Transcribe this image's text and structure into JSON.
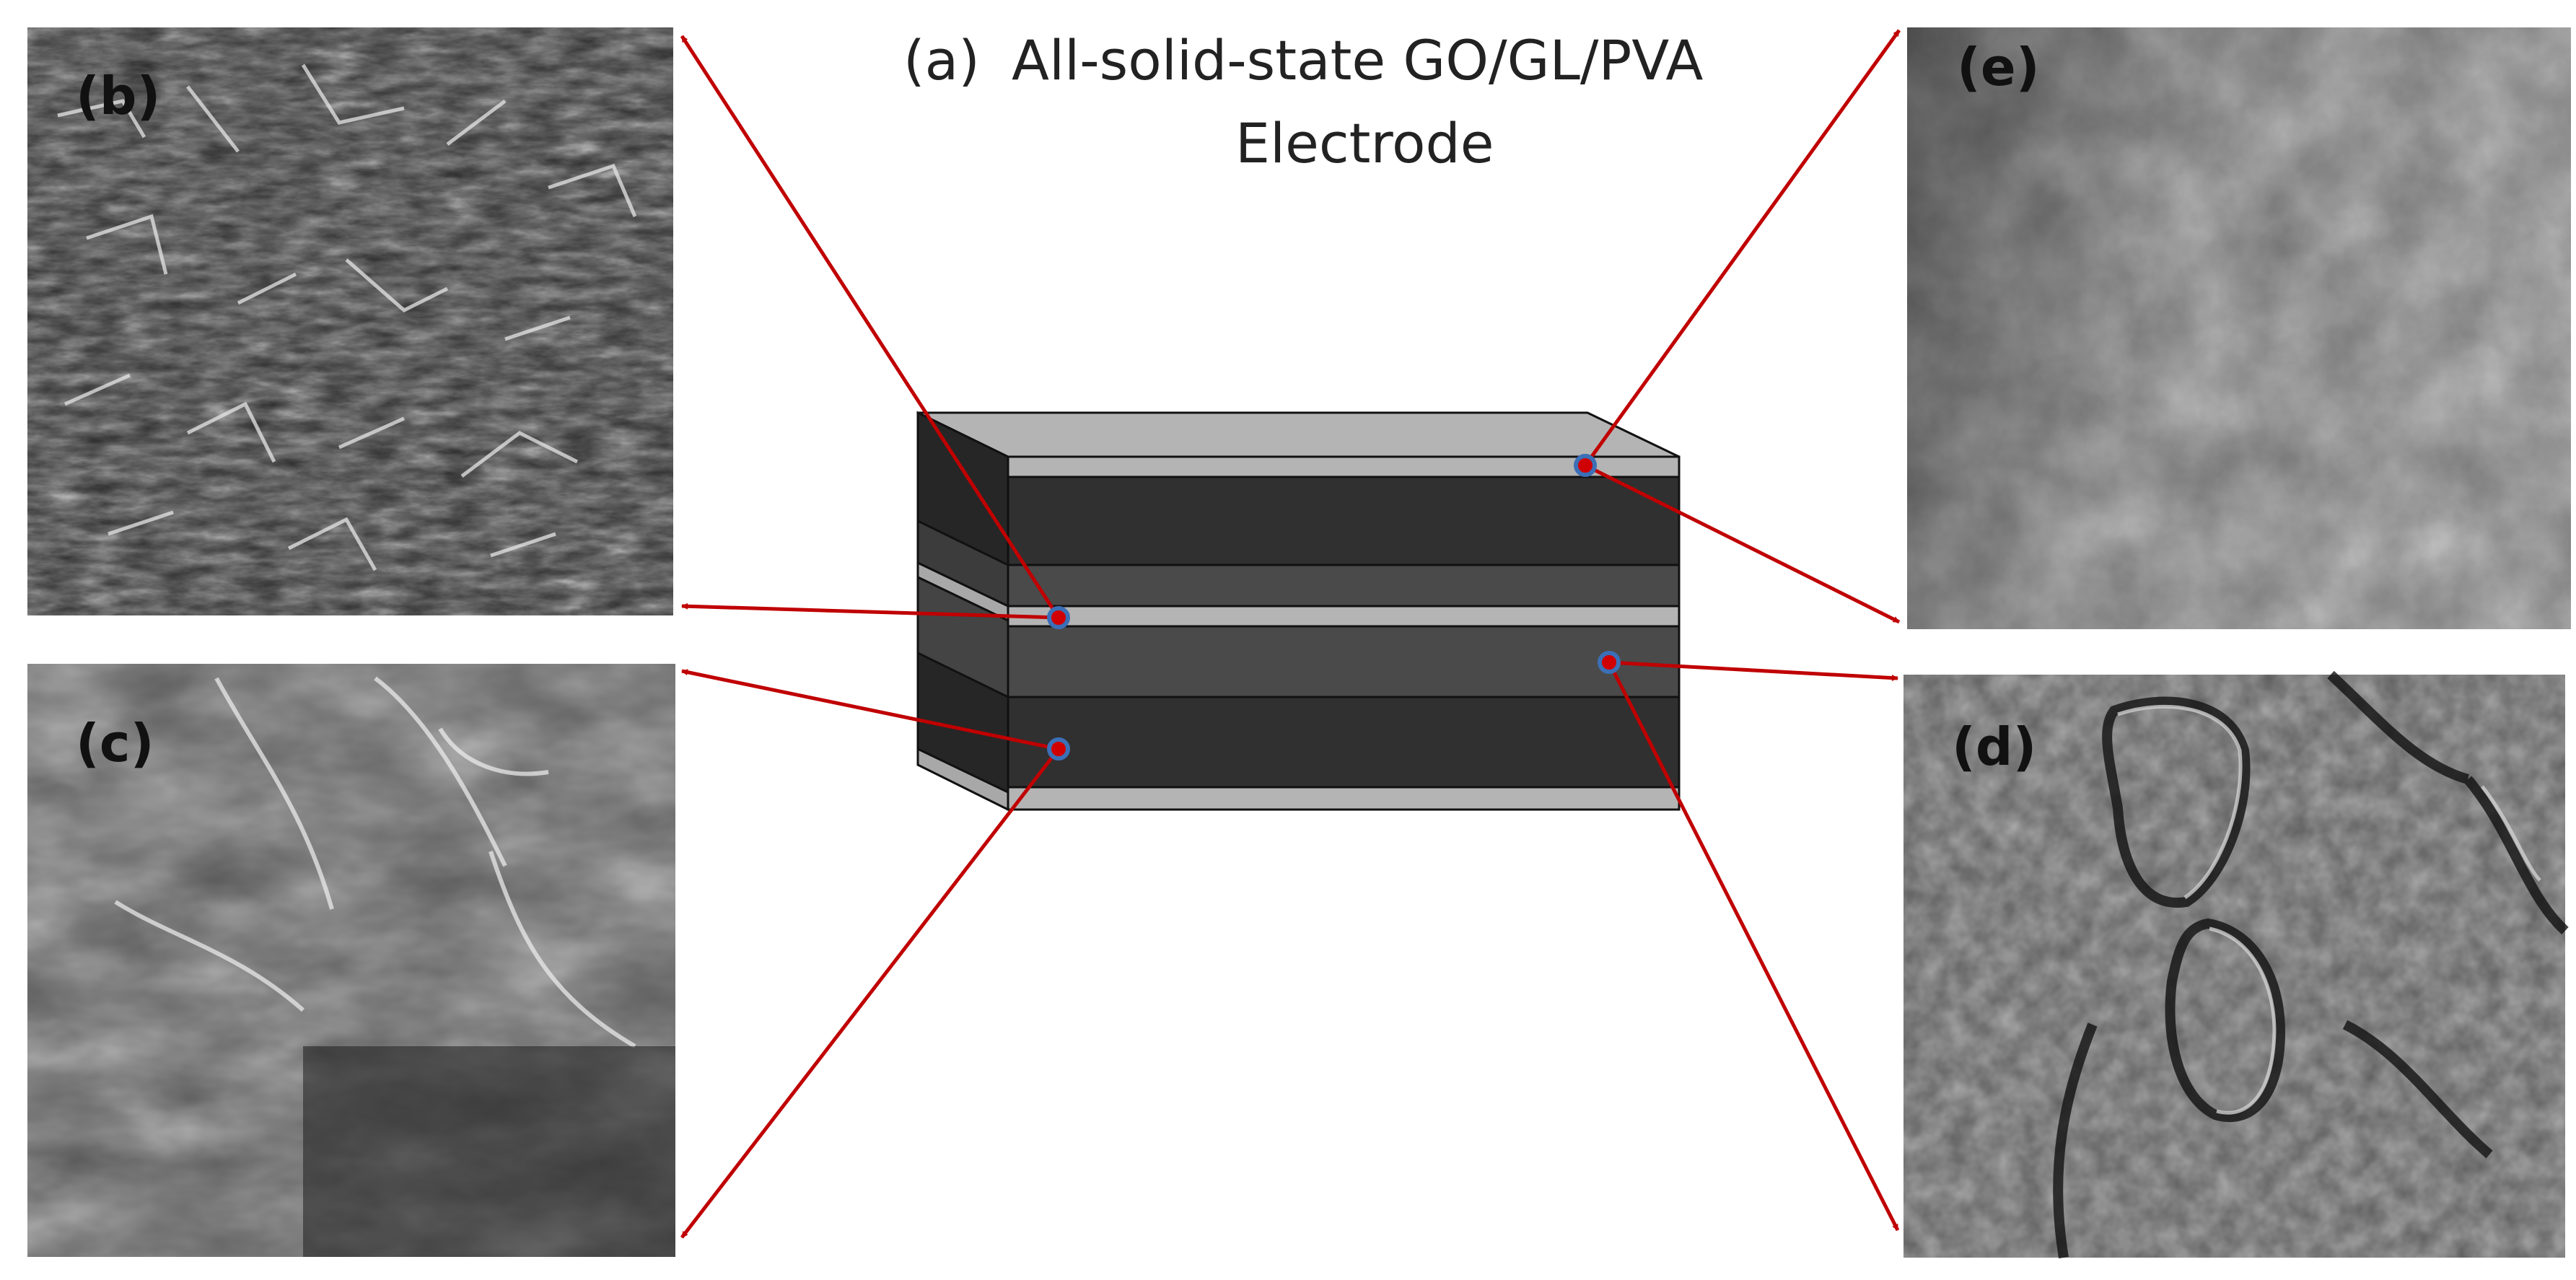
{
  "title": {
    "line1_prefix": "(a)",
    "line1_text": "All-solid-state GO/GL/PVA",
    "line2": "Electrode"
  },
  "panels": {
    "b": {
      "label": "(b)"
    },
    "c": {
      "label": "(c)"
    },
    "d": {
      "label": "(d)"
    },
    "e": {
      "label": "(e)"
    }
  },
  "colors": {
    "arrow": "#c00000",
    "marker_fill": "#d00000",
    "marker_ring": "#3b6fb6",
    "layer_dark": "#303030",
    "layer_mid": "#4a4a4a",
    "layer_light": "#b4b4b4",
    "side_dark": "#262626"
  }
}
